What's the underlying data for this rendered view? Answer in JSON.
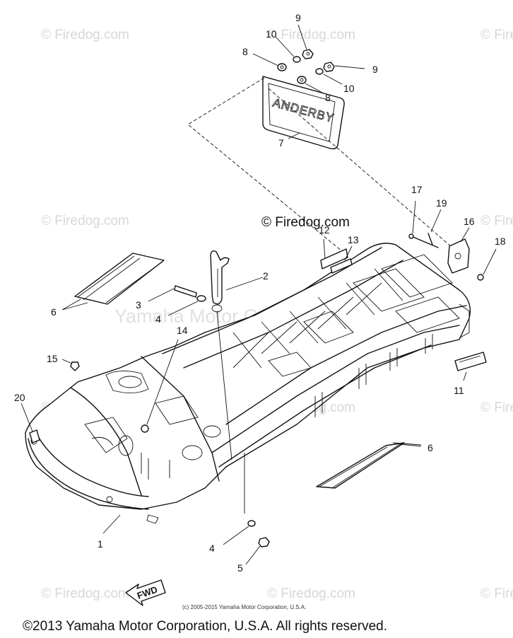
{
  "watermarks": {
    "site": "© Firedog.com",
    "site_prominent": "© Firedog.com",
    "corporate": "Yamaha Motor Corp., U.S.A."
  },
  "plate": {
    "text": "ANDERBY"
  },
  "fwd_arrow": {
    "text": "FWD"
  },
  "callouts": [
    {
      "id": "callout-1",
      "label": "1"
    },
    {
      "id": "callout-2",
      "label": "2"
    },
    {
      "id": "callout-3",
      "label": "3"
    },
    {
      "id": "callout-4a",
      "label": "4"
    },
    {
      "id": "callout-4b",
      "label": "4"
    },
    {
      "id": "callout-5",
      "label": "5"
    },
    {
      "id": "callout-6a",
      "label": "6"
    },
    {
      "id": "callout-6b",
      "label": "6"
    },
    {
      "id": "callout-7",
      "label": "7"
    },
    {
      "id": "callout-8a",
      "label": "8"
    },
    {
      "id": "callout-8b",
      "label": "8"
    },
    {
      "id": "callout-9a",
      "label": "9"
    },
    {
      "id": "callout-9b",
      "label": "9"
    },
    {
      "id": "callout-10a",
      "label": "10"
    },
    {
      "id": "callout-10b",
      "label": "10"
    },
    {
      "id": "callout-11",
      "label": "11"
    },
    {
      "id": "callout-12",
      "label": "12"
    },
    {
      "id": "callout-13",
      "label": "13"
    },
    {
      "id": "callout-14",
      "label": "14"
    },
    {
      "id": "callout-15",
      "label": "15"
    },
    {
      "id": "callout-16",
      "label": "16"
    },
    {
      "id": "callout-17",
      "label": "17"
    },
    {
      "id": "callout-18",
      "label": "18"
    },
    {
      "id": "callout-19",
      "label": "19"
    },
    {
      "id": "callout-20",
      "label": "20"
    }
  ],
  "fine_print": "(c) 2005-2015 Yamaha Motor Corporation, U.S.A.",
  "footer": {
    "copyright": "©2013 Yamaha Motor Corporation, U.S.A. All rights reserved."
  }
}
